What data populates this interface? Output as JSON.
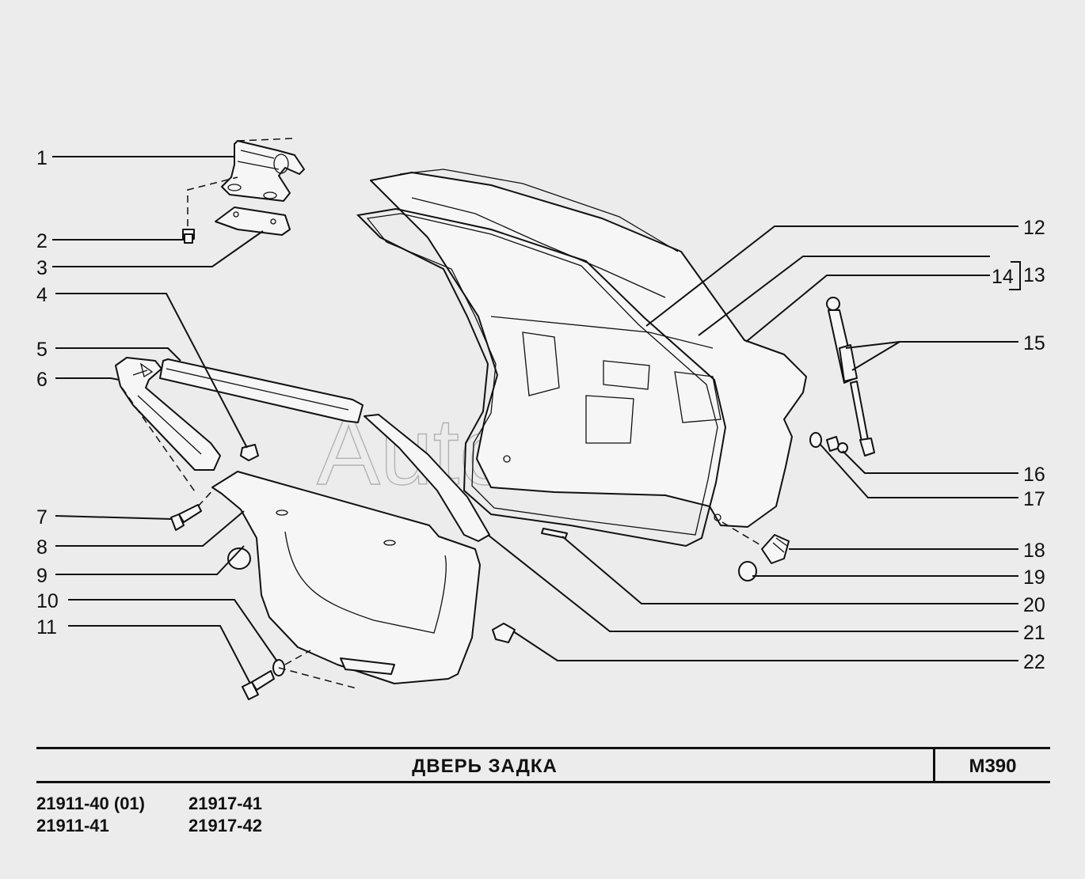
{
  "title": "ДВЕРЬ   ЗАДКА",
  "code": "M390",
  "models": [
    "21911-40 (01)",
    "21911-41",
    "21917-41",
    "21917-42"
  ],
  "watermark": "AutoSoft",
  "callouts": [
    "1",
    "2",
    "3",
    "4",
    "5",
    "6",
    "7",
    "8",
    "9",
    "10",
    "11",
    "12",
    "13",
    "14",
    "15",
    "16",
    "17",
    "18",
    "19",
    "20",
    "21",
    "22"
  ]
}
